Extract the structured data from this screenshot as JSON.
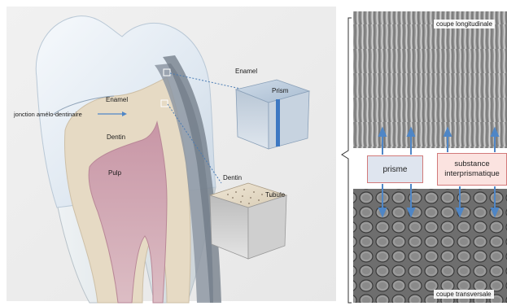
{
  "labels": {
    "enamel_tooth": "Enamel",
    "junction": "jonction amélo-dentinaire",
    "dentin_tooth": "Dentin",
    "pulp": "Pulp",
    "enamel_cube": "Enamel",
    "prism": "Prism",
    "dentin_cube": "Dentin",
    "tubule": "Tubule"
  },
  "micrograph": {
    "top_caption": "coupe longitudinale",
    "bottom_caption": "coupe transversale",
    "prisme_box": "prisme",
    "substance_line1": "substance",
    "substance_line2": "interprismatique"
  },
  "colors": {
    "enamel": "#e6eef6",
    "dentin": "#e8dcc6",
    "pulp": "#c79aa8",
    "arrow": "#4f86c6",
    "box_border": "#d27a7a",
    "prisme_fill": "#dfe5ef",
    "substance_fill": "#fbe3e0"
  }
}
